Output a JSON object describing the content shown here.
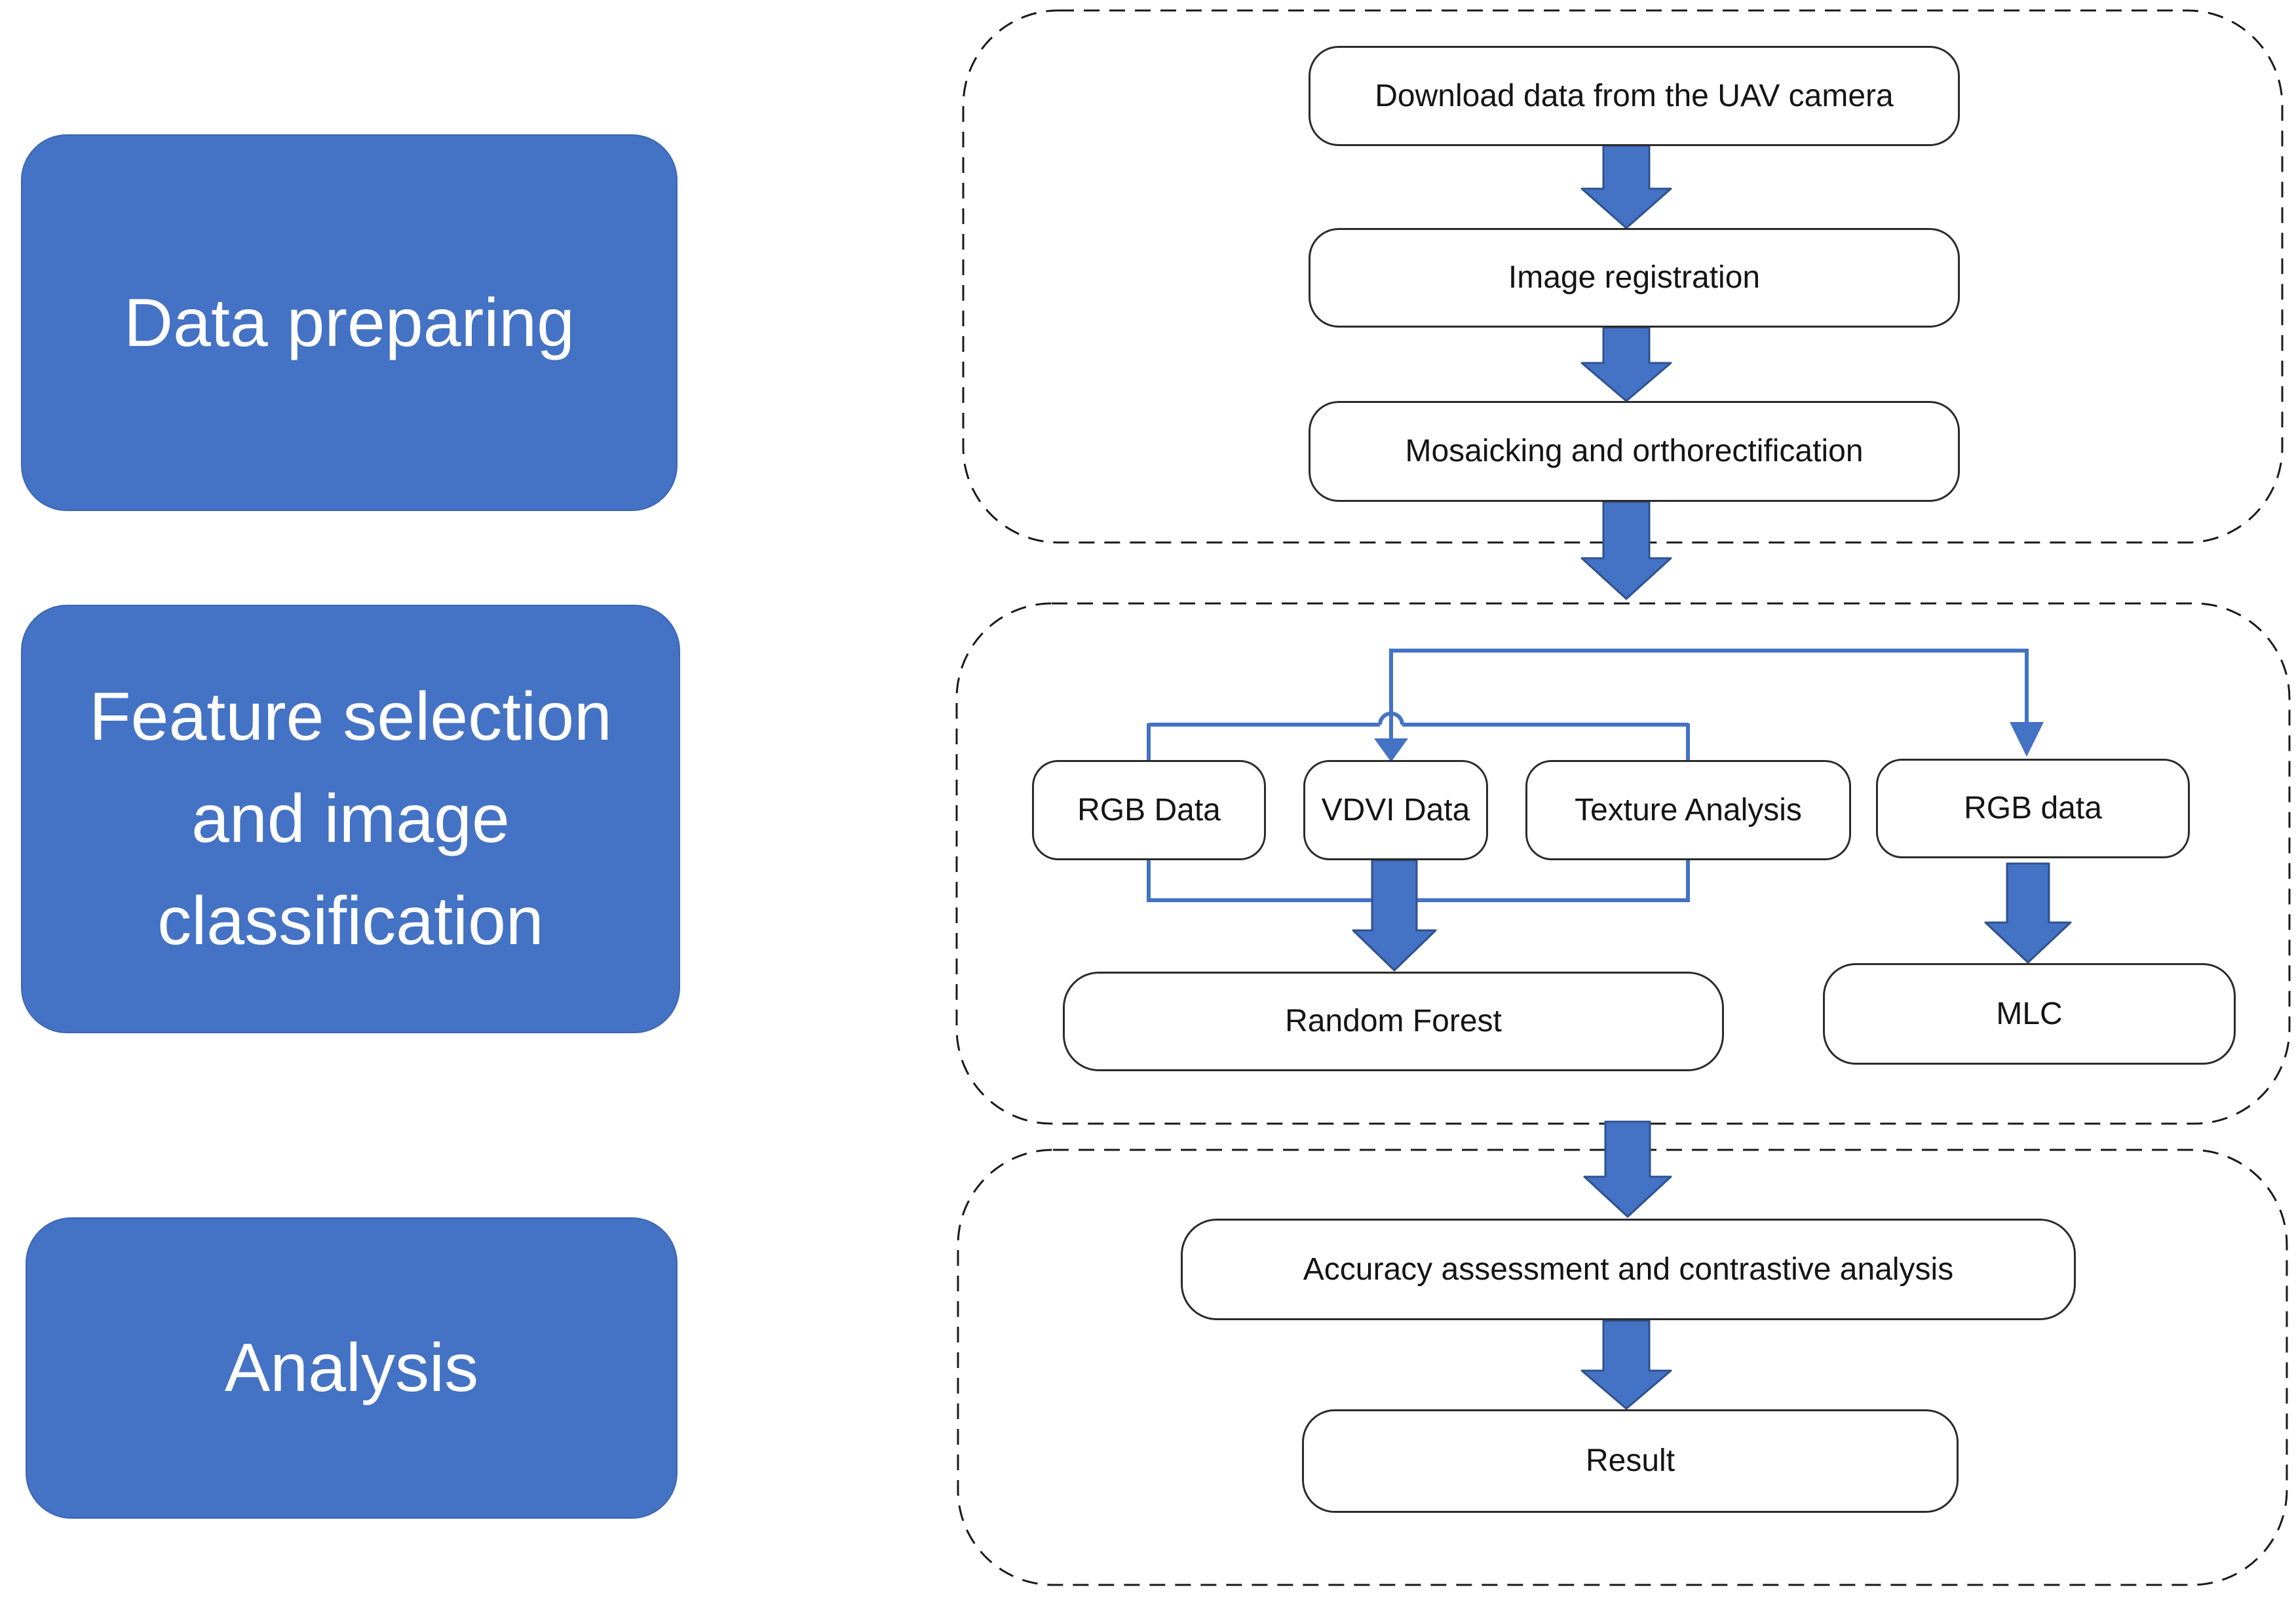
{
  "stages": {
    "data_preparing": {
      "label": "Data preparing"
    },
    "feature_selection": {
      "label": "Feature selection and image classification"
    },
    "analysis": {
      "label": "Analysis"
    }
  },
  "nodes": {
    "download": {
      "label": "Download data from the UAV camera"
    },
    "image_registration": {
      "label": "Image registration"
    },
    "mosaicking": {
      "label": "Mosaicking and orthorectification"
    },
    "rgb_data_left": {
      "label": "RGB Data"
    },
    "vdvi_data": {
      "label": "VDVI Data"
    },
    "texture_analysis": {
      "label": "Texture Analysis"
    },
    "rgb_data_right": {
      "label": "RGB data"
    },
    "random_forest": {
      "label": "Random Forest"
    },
    "mlc": {
      "label": "MLC"
    },
    "accuracy_assessment": {
      "label": "Accuracy assessment and contrastive analysis"
    },
    "result": {
      "label": "Result"
    }
  },
  "edges": [
    {
      "from": "download",
      "to": "image_registration",
      "type": "block-arrow"
    },
    {
      "from": "image_registration",
      "to": "mosaicking",
      "type": "block-arrow"
    },
    {
      "from": "mosaicking",
      "to": "feature_selection",
      "type": "block-arrow"
    },
    {
      "from": "mosaicking",
      "to": "vdvi_data",
      "type": "line-arrow"
    },
    {
      "from": "mosaicking",
      "to": "rgb_data_right",
      "type": "line-arrow"
    },
    {
      "from": "rgb_data_left, vdvi_data, texture_analysis",
      "to": "random_forest",
      "type": "block-arrow"
    },
    {
      "from": "rgb_data_right",
      "to": "mlc",
      "type": "block-arrow"
    },
    {
      "from": "feature_selection",
      "to": "accuracy_assessment",
      "type": "block-arrow"
    },
    {
      "from": "accuracy_assessment",
      "to": "result",
      "type": "block-arrow"
    }
  ],
  "colors": {
    "stage_fill": "#4472C4",
    "stage_text": "#FFFFFF",
    "arrow_fill": "#4472C4",
    "arrow_outline": "#2F528F",
    "connector_line": "#4472C4",
    "node_border": "#2B2B2B",
    "container_border": "#1A1A1A",
    "node_text": "#141414",
    "background": "#FFFFFF"
  }
}
